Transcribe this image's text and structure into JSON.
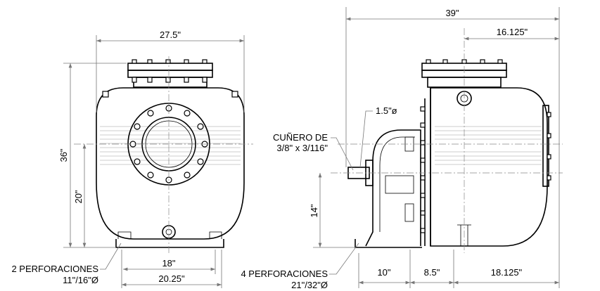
{
  "front_view": {
    "width_overall": "27.5\"",
    "height_overall": "36\"",
    "height_to_center": "20\"",
    "base_hole_spacing": "18\"",
    "base_width": "20.25\"",
    "holes_label": "2 PERFORACIONES",
    "holes_size": "11\"/16\"Ø"
  },
  "side_view": {
    "length_overall": "39\"",
    "discharge_offset": "16.125\"",
    "shaft_diameter": "1.5\"ø",
    "keyway_label": "CUÑERO DE",
    "keyway_size": "3/8\" x 3/116\"",
    "shaft_height": "14\"",
    "dim_a": "10\"",
    "dim_b": "8.5\"",
    "dim_c": "18.125\"",
    "holes_label": "4 PERFORACIONES",
    "holes_size": "21\"/32\"Ø"
  }
}
